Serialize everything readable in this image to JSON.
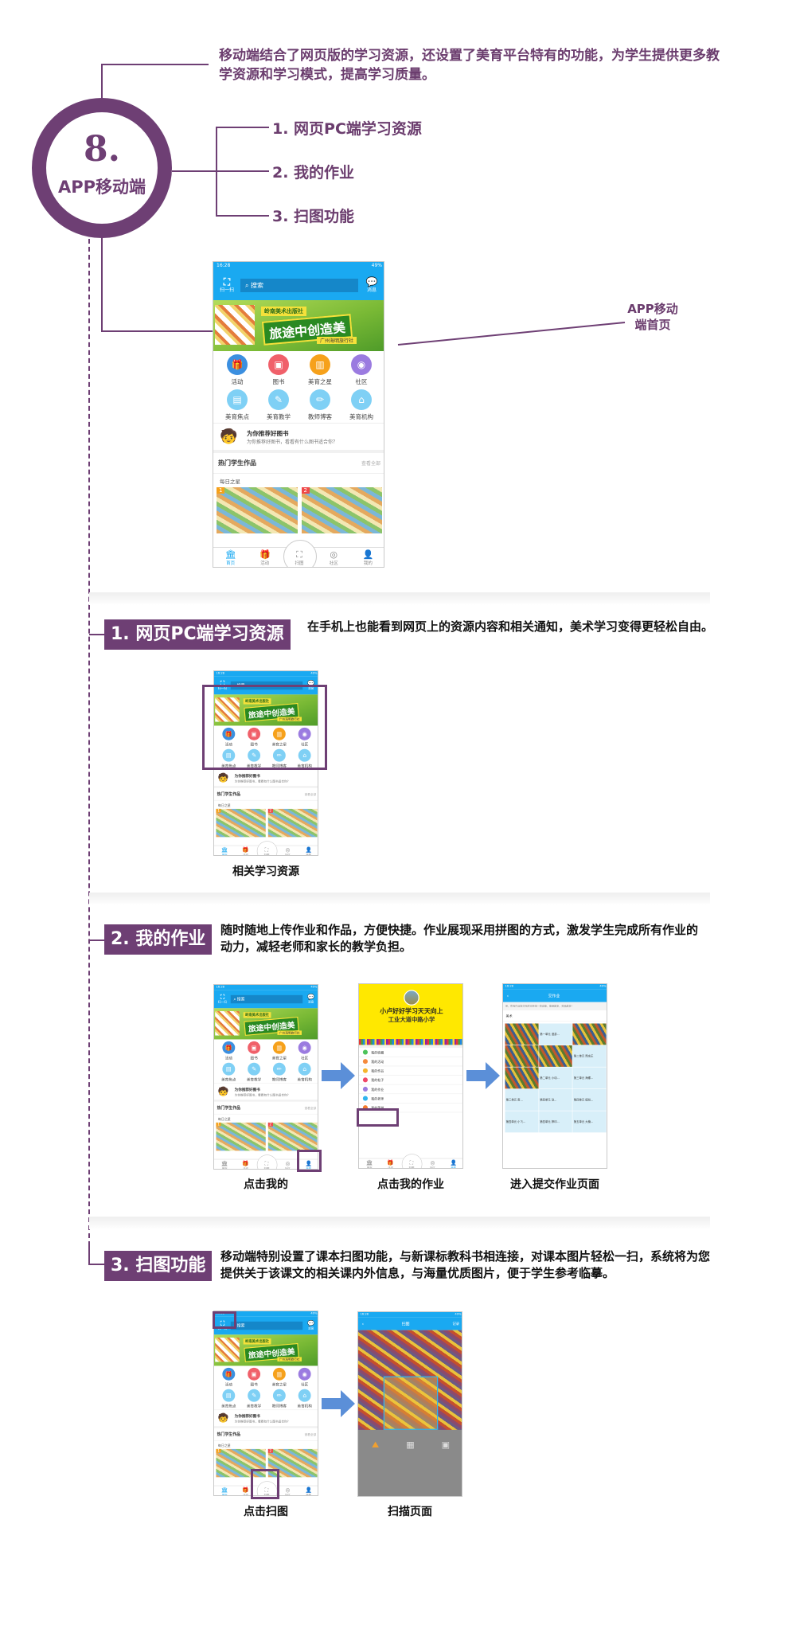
{
  "intro": {
    "number": "8.",
    "title": "APP移动端",
    "description": "移动端结合了网页版的学习资源，还设置了美育平台特有的功能，为学生提供更多教学资源和学习模式，提高学习质量。",
    "toc": [
      "1. 网页PC端学习资源",
      "2. 我的作业",
      "3. 扫图功能"
    ],
    "app_label": "APP移动端首页"
  },
  "home": {
    "time": "16:28",
    "battery": "49%",
    "scan_label": "扫一扫",
    "search_placeholder": "搜索",
    "message_label": "消息",
    "banner": {
      "publisher": "岭南美术出版社",
      "headline": "旅途中创造美",
      "sub": "广州海明旅行社"
    },
    "grid": [
      {
        "label": "活动",
        "icon": "gift-icon",
        "glyph": "🎁",
        "color": "#3b8fe0"
      },
      {
        "label": "图书",
        "icon": "book-icon",
        "glyph": "▣",
        "color": "#f0606a"
      },
      {
        "label": "美育之星",
        "icon": "bar-chart-icon",
        "glyph": "▥",
        "color": "#f6a11b"
      },
      {
        "label": "社区",
        "icon": "broadcast-icon",
        "glyph": "◉",
        "color": "#9b7be0"
      },
      {
        "label": "美育焦点",
        "icon": "picture-icon",
        "glyph": "▤",
        "color": "#7fd0f5"
      },
      {
        "label": "美育教学",
        "icon": "palette-icon",
        "glyph": "✎",
        "color": "#7fd0f5"
      },
      {
        "label": "教师博客",
        "icon": "pencil-icon",
        "glyph": "✏",
        "color": "#7fd0f5"
      },
      {
        "label": "美育机构",
        "icon": "building-icon",
        "glyph": "⌂",
        "color": "#7fd0f5"
      }
    ],
    "recommend_title": "为你推荐好图书",
    "recommend_sub": "为你推荐好图书，看看有什么图书适合你？",
    "hot_title": "热门学生作品",
    "hot_more": "查看全部",
    "daily_star": "每日之星",
    "ranks": [
      "1",
      "2"
    ],
    "tabs": [
      {
        "label": "首页",
        "glyph": "🏛"
      },
      {
        "label": "活动",
        "glyph": "🎁"
      },
      {
        "label": "扫图",
        "glyph": "⛶"
      },
      {
        "label": "社区",
        "glyph": "◎"
      },
      {
        "label": "我的",
        "glyph": "👤"
      }
    ]
  },
  "section1": {
    "title": "1. 网页PC端学习资源",
    "description": "在手机上也能看到网页上的资源内容和相关通知，美术学习变得更轻松自由。",
    "caption": "相关学习资源"
  },
  "section2": {
    "title": "2. 我的作业",
    "description": "随时随地上传作业和作品，方便快捷。作业展现采用拼图的方式，激发学生完成所有作业的动力，减轻老师和家长的教学负担。",
    "captions": [
      "点击我的",
      "点击我的作业",
      "进入提交作业页面"
    ],
    "me": {
      "name": "小卢好好学习天天向上",
      "school": "工业大道中路小学",
      "menu": [
        {
          "label": "我的收藏",
          "color": "#4cc35a"
        },
        {
          "label": "我的活动",
          "color": "#f58a3c"
        },
        {
          "label": "我的作品",
          "color": "#f6b52c"
        },
        {
          "label": "我的帖子",
          "color": "#f04868"
        },
        {
          "label": "我的作业",
          "color": "#9b7be0"
        },
        {
          "label": "我的老师",
          "color": "#2fb4ee"
        },
        {
          "label": "我的荣誉",
          "color": "#f57c2c"
        }
      ]
    },
    "homework": {
      "title": "交作业",
      "tip": "亲，所有作业提交完成可获得一枚勋章，能量越多，奖品越多!",
      "category": "美术",
      "cells": [
        "",
        "第一单元 漫游...",
        "",
        "",
        "",
        "第二单元 昆虫王",
        "",
        "第二单元 小动...",
        "第三单元 海螺...",
        "第三单元 奇...",
        "第四单元 动...",
        "第四单元 缤纷...",
        "第四单元 小飞...",
        "第四单元 押印...",
        "第五单元 大楠..."
      ]
    }
  },
  "section3": {
    "title": "3. 扫图功能",
    "description": "移动端特别设置了课本扫图功能，与新课标教科书相连接，对课本图片轻松一扫，系统将为您提供关于该课文的相关课内外信息，与海量优质图片，便于学生参考临摹。",
    "captions": [
      "点击扫图",
      "扫描页面"
    ],
    "scan_page": {
      "title": "扫图",
      "record": "记录"
    }
  },
  "colors": {
    "accent": "#6e3f74",
    "app_blue": "#1aa9f1"
  }
}
